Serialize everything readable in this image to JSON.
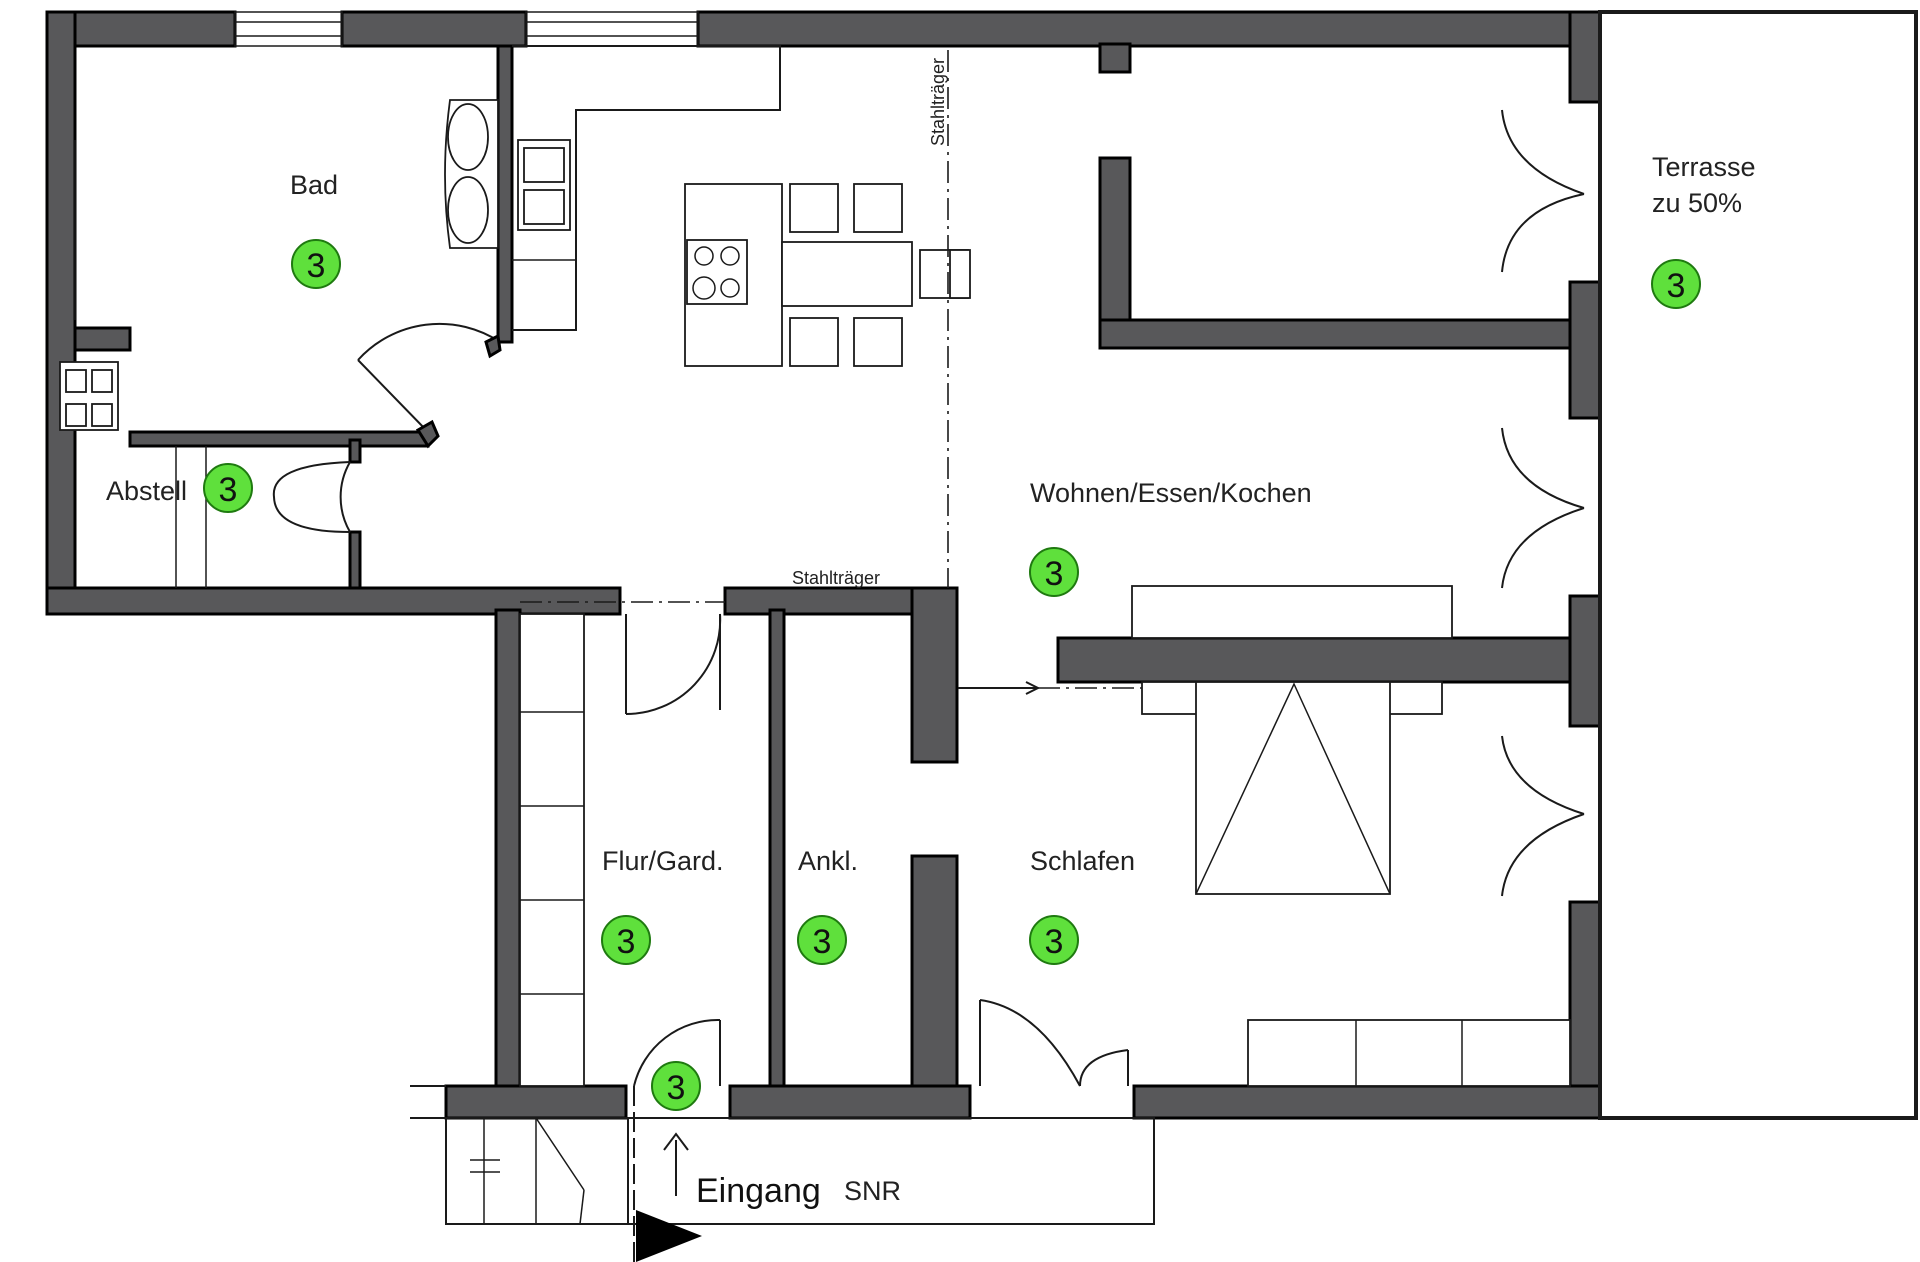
{
  "rooms": {
    "bad": "Bad",
    "abstell": "Abstell",
    "wohnen": "Wohnen/Essen/Kochen",
    "terrasse_line1": "Terrasse",
    "terrasse_line2": "zu 50%",
    "flur": "Flur/Gard.",
    "ankl": "Ankl.",
    "schlafen": "Schlafen"
  },
  "annotations": {
    "stahltraeger_vertical": "Stahlträger",
    "stahltraeger_horizontal": "Stahlträger",
    "eingang": "Eingang",
    "snr": "SNR"
  },
  "badges": {
    "bad": "3",
    "abstell": "3",
    "terrasse": "3",
    "wohnen": "3",
    "flur": "3",
    "ankl": "3",
    "schlafen": "3",
    "eingang": "3"
  },
  "colors": {
    "wall": "#58585a",
    "badge": "#5fe03c"
  }
}
